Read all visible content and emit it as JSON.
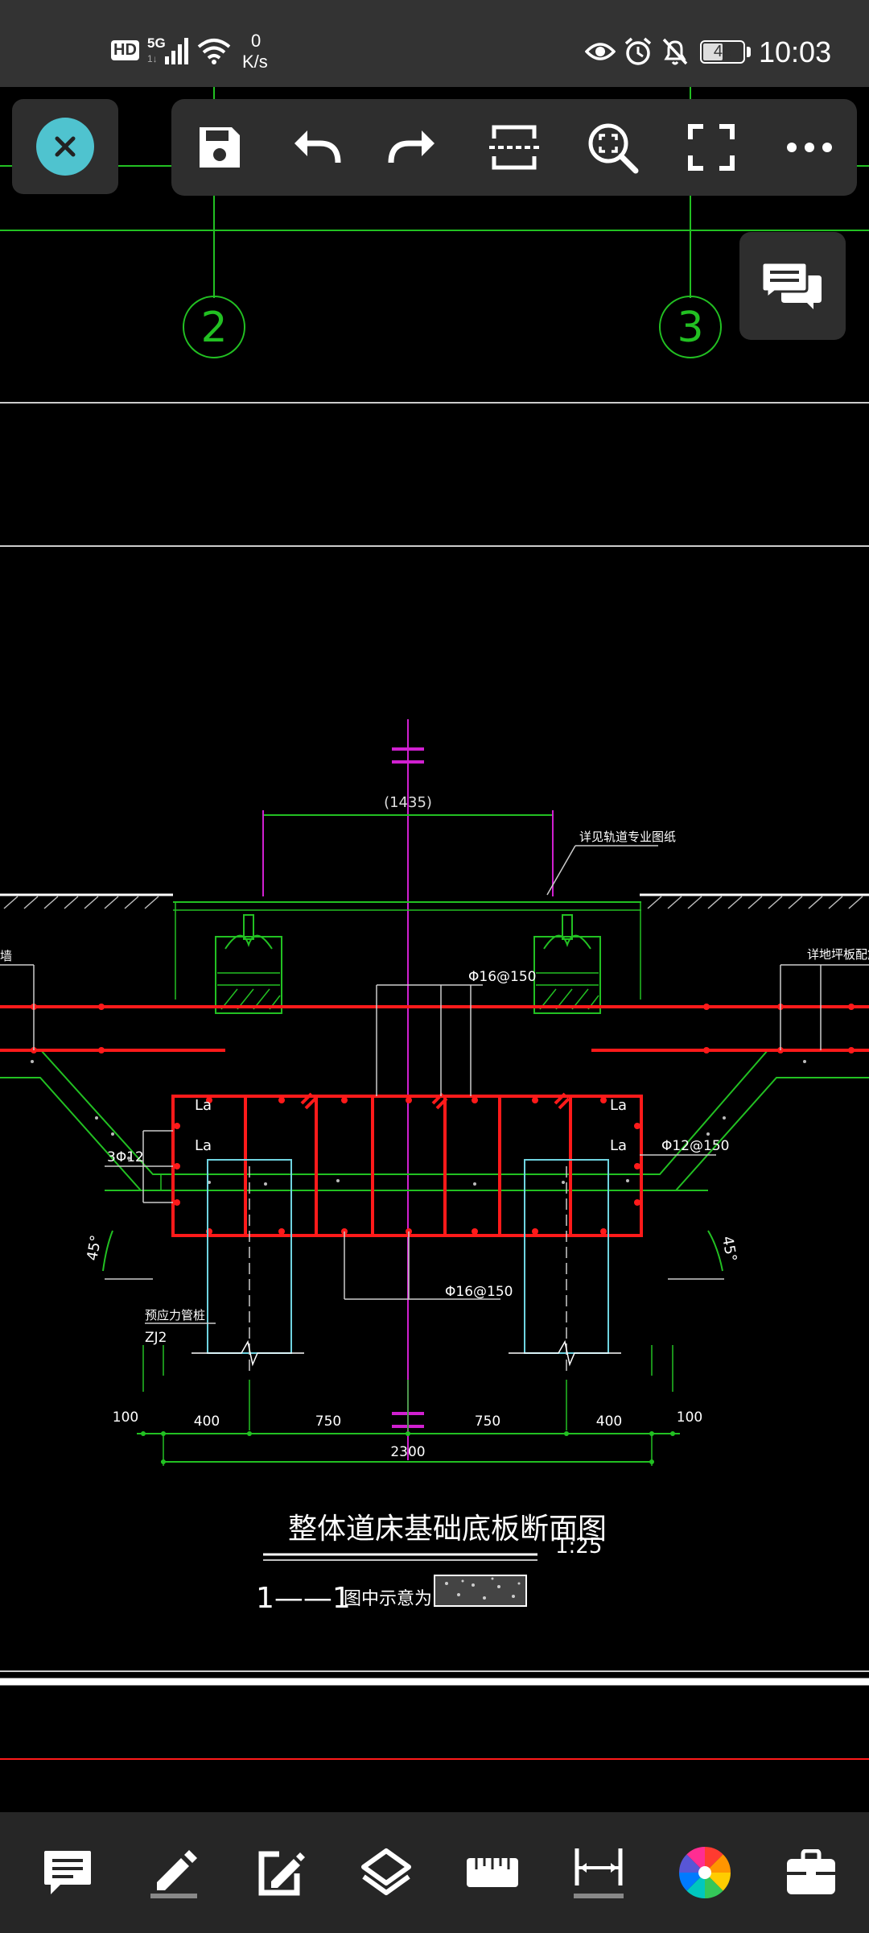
{
  "status_bar": {
    "hd": "HD",
    "network": "5G",
    "network_sub": "1↓",
    "speed_value": "0",
    "speed_unit": "K/s",
    "battery": "46",
    "time": "10:03"
  },
  "toolbar": {
    "items": [
      "close-icon",
      "save-icon",
      "undo-icon",
      "redo-icon",
      "crop-area-icon",
      "zoom-extents-icon",
      "fullscreen-icon",
      "more-icon"
    ]
  },
  "drawing": {
    "grid_labels": [
      "2",
      "3"
    ],
    "top_dim": "(1435)",
    "note_track": "详见轨道专业图纸",
    "note_right": "详地坪板配筋",
    "note_left": "墙",
    "rebar_top": "Φ16@150",
    "rebar_bottom": "Φ16@150",
    "rebar_right": "Φ12@150",
    "rebar_left": "3Φ12",
    "la_label": "La",
    "angle": "45°",
    "pile_label": "预应力管桩",
    "pile_code": "ZJ2",
    "dims_bottom": [
      "100",
      "400",
      "750",
      "750",
      "400",
      "100"
    ],
    "dim_total": "2300",
    "title": "整体道床基础底板断面图",
    "scale": "1:25",
    "section": "1——1",
    "legend_label": "图中示意为:"
  },
  "bottom_bar": {
    "items": [
      "comment-icon",
      "pen-icon",
      "edit-icon",
      "layers-icon",
      "ruler-icon",
      "dimension-icon",
      "color-wheel-icon",
      "toolbox-icon"
    ]
  },
  "colors": {
    "status_bg": "#333333",
    "toolbar_bg": "#2e2e2e",
    "accent_cyan": "#4fc3cf",
    "cad_green": "#22c022",
    "cad_red": "#ff1a1a",
    "cad_magenta": "#d020d0"
  }
}
